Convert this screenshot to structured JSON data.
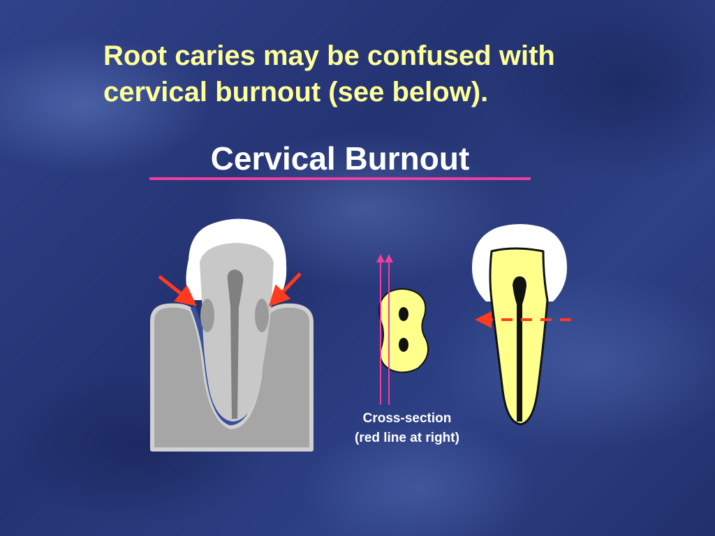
{
  "slide": {
    "title": "Root caries may be confused with cervical burnout (see below).",
    "diagram_title": "Cervical Burnout",
    "caption_line1": "Cross-section",
    "caption_line2": "(red line at right)"
  },
  "colors": {
    "background": "#2a3a78",
    "title_text": "#ffff99",
    "heading_text": "#ffffff",
    "underline": "#ee3ea0",
    "arrow": "#ff3b1f",
    "section_line": "#ee3ea0",
    "dentin_yellow": "#ffff8c",
    "enamel": "#ffffff",
    "bone_gray": "#a6a6a6",
    "tooth_gray": "#c8c8c8",
    "canal_dark": "#808080",
    "periodontal_ligament": "#3a4f9a"
  },
  "figures": [
    {
      "name": "tooth-in-bone-radiograph"
    },
    {
      "name": "root-cross-section"
    },
    {
      "name": "yellow-tooth-longitudinal"
    }
  ]
}
